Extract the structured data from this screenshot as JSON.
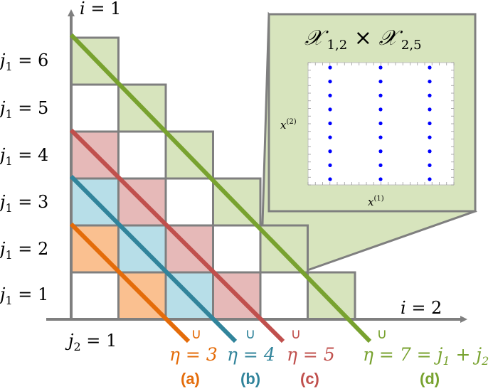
{
  "colors": {
    "green": "#78a22f",
    "green_fill": "#d7e4bd",
    "red": "#c0504d",
    "red_fill": "#e6b9b8",
    "blue": "#31849b",
    "blue_fill": "#b7dee8",
    "orange": "#e46c0a",
    "orange_fill": "#fac090",
    "grid": "#7f7f7f"
  },
  "axes": {
    "top_label": {
      "var": "i",
      "eq": " = 1"
    },
    "right_label": {
      "var": "i",
      "eq": " = 2"
    },
    "bottom_label": {
      "var": "j",
      "sub": "2",
      "eq": " = 1"
    },
    "row_labels": [
      {
        "var": "j",
        "sub": "1",
        "eq": " = 6"
      },
      {
        "var": "j",
        "sub": "1",
        "eq": " = 5"
      },
      {
        "var": "j",
        "sub": "1",
        "eq": " = 4"
      },
      {
        "var": "j",
        "sub": "1",
        "eq": " = 3"
      },
      {
        "var": "j",
        "sub": "1",
        "eq": " = 2"
      },
      {
        "var": "j",
        "sub": "1",
        "eq": " = 1"
      }
    ]
  },
  "diagonals": [
    {
      "id": "a",
      "eta": "η = 3",
      "letter": "(a)",
      "color": "#e46c0a"
    },
    {
      "id": "b",
      "eta": "η = 4",
      "letter": "(b)",
      "color": "#31849b"
    },
    {
      "id": "c",
      "eta": "η = 5",
      "letter": "(c)",
      "color": "#c0504d"
    },
    {
      "id": "d",
      "eta": "η = 7 = j",
      "letter": "(d)",
      "color": "#78a22f"
    }
  ],
  "union_symbol": "∪",
  "d_label_tail": {
    "sub1": "1",
    "plus": " + j",
    "sub2": "2"
  },
  "inset": {
    "title_x": "𝒳",
    "title_sub1": " 1,2",
    "times": " × ",
    "title_sub2": " 2,5",
    "xlabel": {
      "base": "x",
      "sup": "(1)"
    },
    "ylabel": {
      "base": "x",
      "sup": "(2)"
    },
    "point_columns": 3,
    "points_per_column": 9,
    "point_color": "#0000ff"
  }
}
